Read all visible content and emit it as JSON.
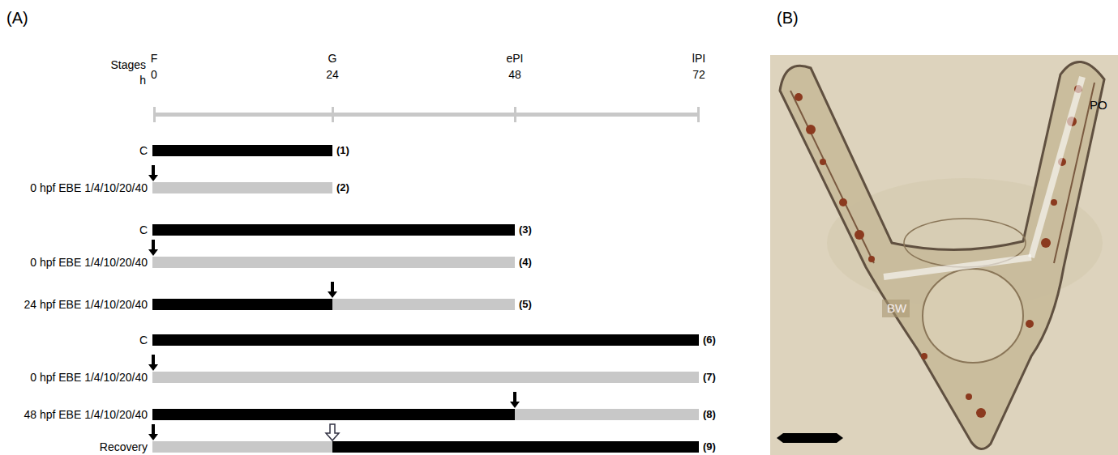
{
  "diagram": {
    "labels": [
      "(A)",
      "(B)",
      "Stages",
      "h",
      "F",
      "0",
      "G",
      "24",
      "ePI",
      "48",
      "lPI",
      "72",
      "C",
      "(1)",
      "0 hpf EBE 1/4/10/20/40",
      "(2)",
      "C",
      "(3)",
      "0 hpf EBE 1/4/10/20/40",
      "(4)",
      "24 hpf EBE 1/4/10/20/40",
      "(5)",
      "C",
      "(6)",
      "0 hpf EBE 1/4/10/20/40",
      "(7)",
      "48 hpf EBE 1/4/10/20/40",
      "(8)",
      "Recovery",
      "(9)",
      "BW",
      "PO"
    ]
  }
}
